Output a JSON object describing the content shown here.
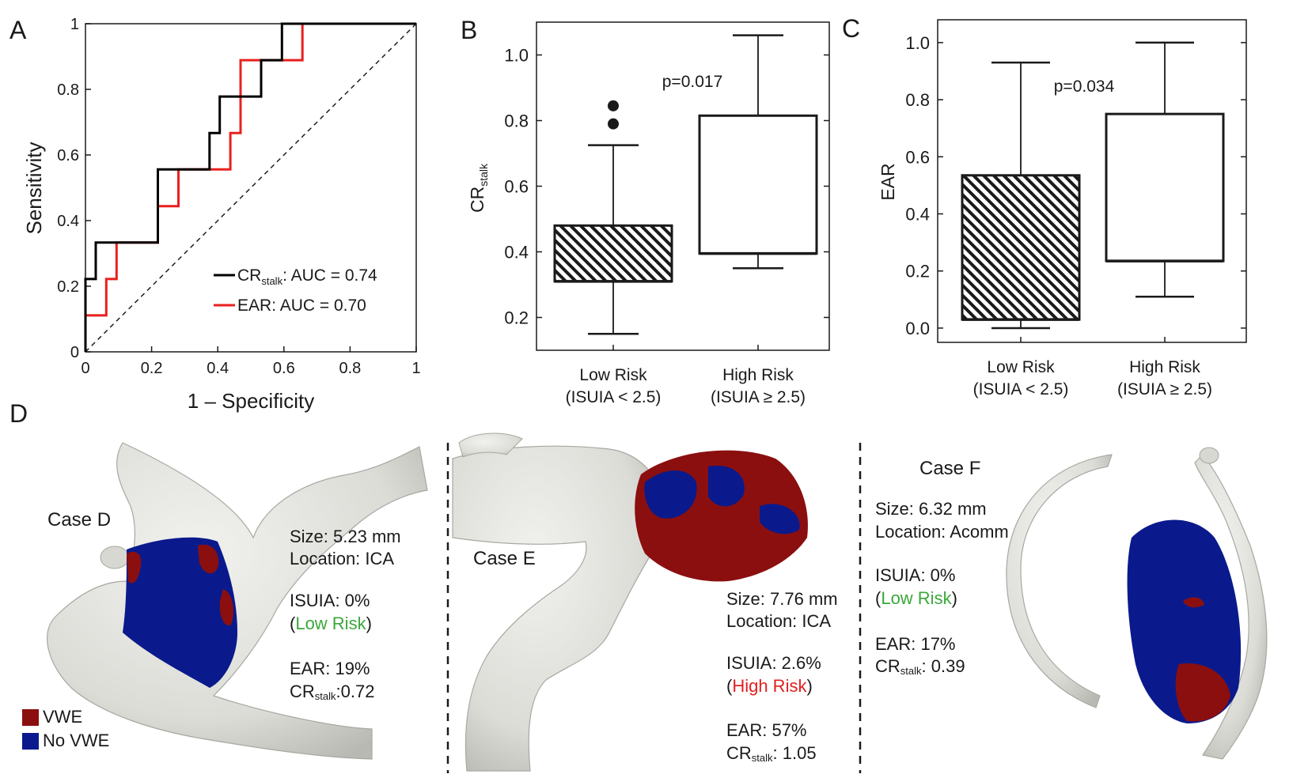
{
  "panel_letters": {
    "a": "A",
    "b": "B",
    "c": "C",
    "d": "D"
  },
  "chart_data": [
    {
      "panel": "A",
      "type": "line",
      "xlabel": "1 – Specificity",
      "ylabel": "Sensitivity",
      "xlim": [
        0,
        1
      ],
      "ylim": [
        0,
        1
      ],
      "x_ticks": [
        "0",
        "0.2",
        "0.4",
        "0.6",
        "0.8",
        "1"
      ],
      "y_ticks": [
        "0",
        "0.2",
        "0.4",
        "0.6",
        "0.8",
        "1"
      ],
      "grid": false,
      "legend_position": "bottom-right",
      "reference_line": "diagonal dashed",
      "series": [
        {
          "label_main": "CR",
          "label_sub": "stalk",
          "label_rest": ": AUC = 0.74",
          "color": "#000000",
          "x": [
            0,
            0,
            0.031,
            0.031,
            0.219,
            0.219,
            0.375,
            0.375,
            0.406,
            0.406,
            0.531,
            0.531,
            0.594,
            0.594,
            0.656,
            1
          ],
          "y": [
            0,
            0.222,
            0.222,
            0.333,
            0.333,
            0.556,
            0.556,
            0.667,
            0.667,
            0.778,
            0.778,
            0.889,
            0.889,
            1,
            1,
            1
          ]
        },
        {
          "label_main": "EAR",
          "label_sub": "",
          "label_rest": ": AUC = 0.70",
          "color": "#e8201e",
          "x": [
            0,
            0,
            0.063,
            0.063,
            0.094,
            0.094,
            0.219,
            0.219,
            0.281,
            0.281,
            0.438,
            0.438,
            0.469,
            0.469,
            0.656,
            0.656,
            1
          ],
          "y": [
            0,
            0.111,
            0.111,
            0.222,
            0.222,
            0.333,
            0.333,
            0.444,
            0.444,
            0.556,
            0.556,
            0.667,
            0.667,
            0.889,
            0.889,
            1,
            1
          ]
        }
      ]
    },
    {
      "panel": "B",
      "type": "box",
      "ylabel_main": "CR",
      "ylabel_sub": "stalk",
      "ylim": [
        0.1,
        1.1
      ],
      "y_ticks": [
        "0.2",
        "0.4",
        "0.6",
        "0.8",
        "1.0"
      ],
      "annotation": "p=0.017",
      "groups": [
        {
          "name_line1": "Low Risk",
          "name_line2": "(ISUIA < 2.5)",
          "whisker_low": 0.15,
          "q1": 0.31,
          "median": 0.31,
          "q3": 0.48,
          "whisker_high": 0.725,
          "outliers": [
            0.79,
            0.845
          ],
          "hatched": true
        },
        {
          "name_line1": "High Risk",
          "name_line2": "(ISUIA ≥ 2.5)",
          "whisker_low": 0.35,
          "q1": 0.395,
          "median": 0.395,
          "q3": 0.815,
          "whisker_high": 1.06,
          "outliers": [],
          "hatched": false
        }
      ]
    },
    {
      "panel": "C",
      "type": "box",
      "ylabel_main": "EAR",
      "ylabel_sub": "",
      "ylim": [
        -0.05,
        1.08
      ],
      "y_ticks": [
        "0.0",
        "0.2",
        "0.4",
        "0.6",
        "0.8",
        "1.0"
      ],
      "annotation": "p=0.034",
      "groups": [
        {
          "name_line1": "Low Risk",
          "name_line2": "(ISUIA < 2.5)",
          "whisker_low": 0.0,
          "q1": 0.03,
          "median": 0.03,
          "q3": 0.535,
          "whisker_high": 0.93,
          "outliers": [],
          "hatched": true
        },
        {
          "name_line1": "High Risk",
          "name_line2": "(ISUIA ≥ 2.5)",
          "whisker_low": 0.11,
          "q1": 0.235,
          "median": 0.235,
          "q3": 0.75,
          "whisker_high": 1.0,
          "outliers": [],
          "hatched": false
        }
      ]
    }
  ],
  "cases": {
    "d": {
      "title": "Case D",
      "size": "Size: 5.23 mm",
      "location": "Location: ICA",
      "isuia": "ISUIA: 0%",
      "risk": "Low Risk",
      "ear": "EAR: 19%",
      "cr_prefix": "CR",
      "cr_sub": "stalk",
      "cr_value": ":0.72"
    },
    "e": {
      "title": "Case E",
      "size": "Size: 7.76 mm",
      "location": "Location: ICA",
      "isuia": "ISUIA: 2.6%",
      "risk": "High Risk",
      "ear": "EAR: 57%",
      "cr_prefix": "CR",
      "cr_sub": "stalk",
      "cr_value": ": 1.05"
    },
    "f": {
      "title": "Case F",
      "size": "Size: 6.32 mm",
      "location": "Location: Acomm",
      "isuia": "ISUIA: 0%",
      "risk": "Low Risk",
      "ear": "EAR: 17%",
      "cr_prefix": "CR",
      "cr_sub": "stalk",
      "cr_value": ": 0.39"
    }
  },
  "paren_open": "(",
  "paren_close": ")",
  "vwe_legend": [
    {
      "label": "VWE",
      "color": "#8b0f0f"
    },
    {
      "label": "No VWE",
      "color": "#0a1a8c"
    }
  ],
  "colors": {
    "vessel": "#e4e4e0",
    "vwe_red": "#8b0f0f",
    "no_vwe_blue": "#0a1a8c",
    "roc_black": "#000000",
    "roc_red": "#e8201e",
    "low_risk": "#3aa83a",
    "high_risk": "#e02020"
  }
}
